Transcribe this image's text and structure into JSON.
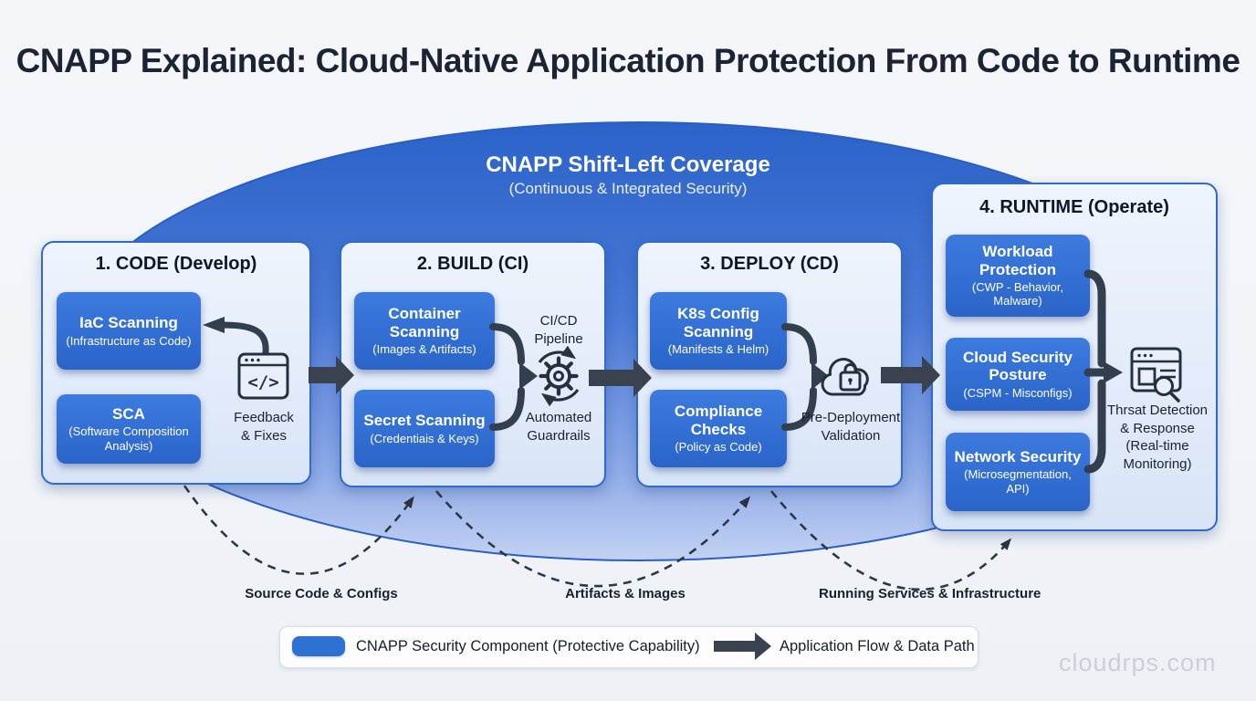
{
  "title": "CNAPP Explained: Cloud-Native Application Protection From Code to Runtime",
  "coverage": {
    "heading": "CNAPP Shift-Left Coverage",
    "subheading": "(Continuous & Integrated Security)"
  },
  "stages": [
    {
      "header": "1. CODE (Develop)",
      "boxes": [
        {
          "title": "IaC Scanning",
          "subtitle": "(Infrastructure as Code)"
        },
        {
          "title": "SCA",
          "subtitle": "(Software Composition Analysis)"
        }
      ],
      "annotation": "Feedback\n& Fixes"
    },
    {
      "header": "2. BUILD (CI)",
      "boxes": [
        {
          "title": "Container Scanning",
          "subtitle": "(Images & Artifacts)"
        },
        {
          "title": "Secret Scanning",
          "subtitle": "(Credentiais & Keys)"
        }
      ],
      "annotation_top": "CI/CD\nPipeline",
      "annotation": "Automated\nGuardrails"
    },
    {
      "header": "3. DEPLOY (CD)",
      "boxes": [
        {
          "title": "K8s Config Scanning",
          "subtitle": "(Manifests & Helm)"
        },
        {
          "title": "Compliance Checks",
          "subtitle": "(Policy as Code)"
        }
      ],
      "annotation": "Pre-Deployment\nValidation"
    },
    {
      "header": "4. RUNTIME (Operate)",
      "boxes": [
        {
          "title": "Workload Protection",
          "subtitle": "(CWP - Behavior, Malware)"
        },
        {
          "title": "Cloud Security Posture",
          "subtitle": "(CSPM - Misconfigs)"
        },
        {
          "title": "Network Security",
          "subtitle": "(Microsegmentation, API)"
        }
      ],
      "annotation": "Thrsat Detection\n& Response\n(Real-time\nMonitoring)"
    }
  ],
  "flow_labels": [
    "Source Code & Configs",
    "Artifacts & Images",
    "Running Services & Infrastructure"
  ],
  "icons": {
    "code_glyph": "</>"
  },
  "legend": {
    "component_label": "CNAPP Security Component (Protective Capability)",
    "arrow_label": "Application Flow & Data Path"
  },
  "watermark": "cloudrps.com",
  "colors": {
    "component_blue": "#2e71d4",
    "panel_border_blue": "#2e6bcc",
    "flow_dark": "#3a4250",
    "ellipse_top": "#2b63c9",
    "ellipse_bottom": "#c3d2f3"
  }
}
